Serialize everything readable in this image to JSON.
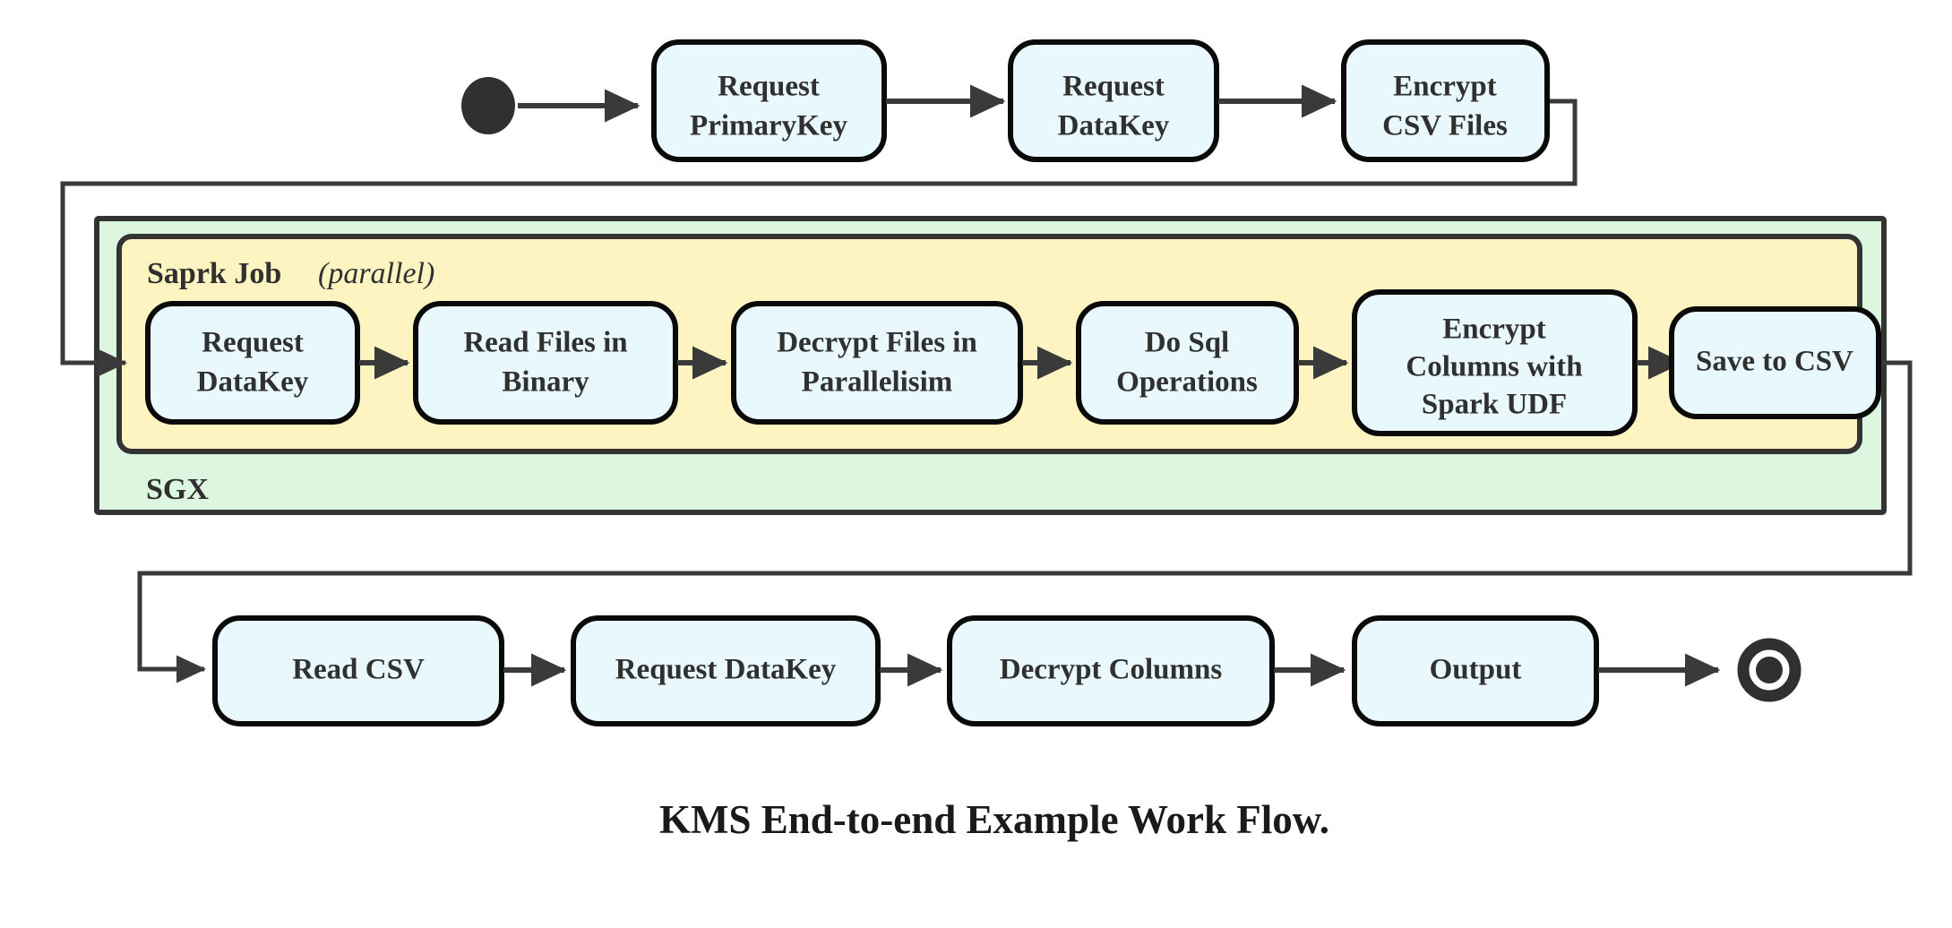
{
  "diagram": {
    "caption": "KMS End-to-end Example Work Flow.",
    "colors": {
      "node_fill": "#e8f8fc",
      "node_stroke": "#0a0a0a",
      "sgx_fill": "#ddf6df",
      "spark_fill": "#fdf4c2",
      "edge": "#3a3a3a",
      "text": "#303030"
    },
    "start_node": {
      "name": "start",
      "shape": "filled-circle"
    },
    "end_node": {
      "name": "end",
      "shape": "ring-with-dot"
    },
    "groups": {
      "outer": {
        "label": "SGX"
      },
      "inner": {
        "label_bold": "Saprk Job",
        "label_italic": "(parallel)"
      }
    },
    "rows": {
      "top": [
        {
          "id": "request-primarykey",
          "line1": "Request",
          "line2": "PrimaryKey"
        },
        {
          "id": "request-datakey-top",
          "line1": "Request",
          "line2": "DataKey"
        },
        {
          "id": "encrypt-csv-files",
          "line1": "Encrypt",
          "line2": "CSV Files"
        }
      ],
      "spark": [
        {
          "id": "request-datakey-spark",
          "line1": "Request",
          "line2": "DataKey",
          "line3": ""
        },
        {
          "id": "read-files-in-binary",
          "line1": "Read Files in",
          "line2": "Binary",
          "line3": ""
        },
        {
          "id": "decrypt-files-in-parallelisim",
          "line1": "Decrypt Files in",
          "line2": "Parallelisim",
          "line3": ""
        },
        {
          "id": "do-sql-operations",
          "line1": "Do Sql",
          "line2": "Operations",
          "line3": ""
        },
        {
          "id": "encrypt-columns-with-spark-udf",
          "line1": "Encrypt",
          "line2": "Columns with",
          "line3": "Spark UDF"
        },
        {
          "id": "save-to-csv",
          "line1": "Save to CSV",
          "line2": "",
          "line3": ""
        }
      ],
      "bottom": [
        {
          "id": "read-csv",
          "line1": "Read CSV",
          "line2": ""
        },
        {
          "id": "request-datakey-bottom",
          "line1": "Request DataKey",
          "line2": ""
        },
        {
          "id": "decrypt-columns",
          "line1": "Decrypt Columns",
          "line2": ""
        },
        {
          "id": "output",
          "line1": "Output",
          "line2": ""
        }
      ]
    }
  }
}
